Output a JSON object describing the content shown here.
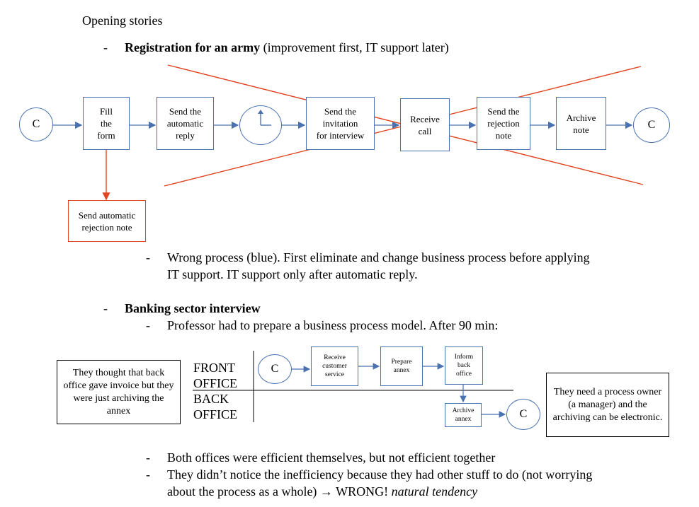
{
  "heading": "Opening stories",
  "story1": {
    "title_bold": "Registration for an army",
    "title_rest": " (improvement first, IT support later)",
    "start": "C",
    "end": "C",
    "steps": [
      "Fill\nthe\nform",
      "Send the\nautomatic\nreply",
      "Send the\ninvitation\nfor interview",
      "Receive\ncall",
      "Send the\nrejection\nnote",
      "Archive\nnote"
    ],
    "timer_icon": "clock-icon",
    "branch": "Send automatic\nrejection note",
    "comment": "Wrong process (blue). First eliminate and change business process before applying",
    "comment_cont": "IT support. IT support only after automatic reply.",
    "colors": {
      "process": "#4a72b0",
      "cross": "#e0451f"
    }
  },
  "story2": {
    "title": "Banking sector interview",
    "intro": "Professor had to prepare a business process model. After 90 min:",
    "left_note": "They thought that back office gave invoice but they were just archiving the annex",
    "front_lane": "FRONT\nOFFICE",
    "back_lane": "BACK\nOFFICE",
    "start": "C",
    "end": "C",
    "steps": [
      "Receive\ncustomer\nservice",
      "Prepare\nannex",
      "Inform\nback\noffice",
      "Archive\nannex"
    ],
    "right_note": "They need a process owner (a manager) and the archiving can be electronic.",
    "bullets": [
      "Both offices were efficient themselves, but not efficient together",
      "They didn’t notice the inefficiency because they had other stuff to do (not worrying"
    ],
    "bullet_cont_plain": "about the process as a whole) → WRONG! ",
    "bullet_cont_italic": "natural tendency"
  }
}
